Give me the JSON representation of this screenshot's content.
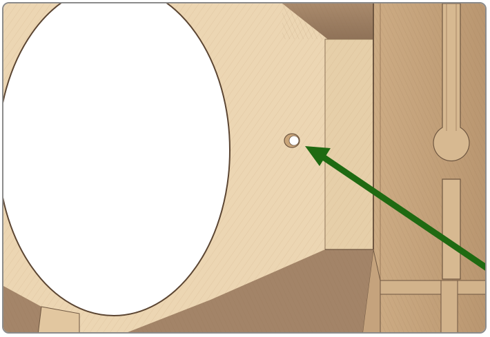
{
  "image": {
    "subject": "wooden-panel-assembly-render",
    "colors": {
      "frame_border": "#8b8b8b",
      "wood_light": "#ecd6b3",
      "wood_mid": "#dcc09a",
      "wood_dark": "#a98a6c",
      "wood_shadow": "#8f7258",
      "cutout": "#ffffff",
      "arrow": "#1f6a12"
    },
    "icons": [
      "arrow-pointer",
      "drill-hole"
    ]
  }
}
